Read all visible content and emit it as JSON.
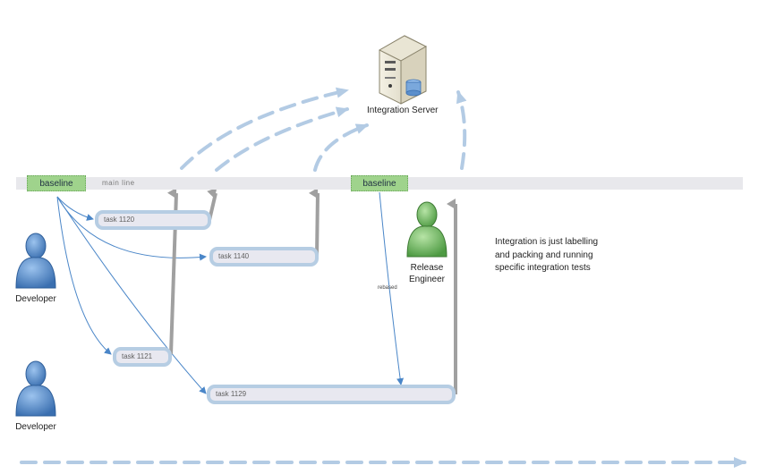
{
  "main_line": {
    "label": "main line"
  },
  "baselines": [
    {
      "label": "baseline"
    },
    {
      "label": "baseline"
    }
  ],
  "tasks": [
    {
      "label": "task 1120"
    },
    {
      "label": "task 1140"
    },
    {
      "label": "task 1121"
    },
    {
      "label": "task 1129"
    }
  ],
  "actors": {
    "developer_top": "Developer",
    "developer_bottom": "Developer",
    "release_engineer": "Release Engineer",
    "integration_server": "Integration Server"
  },
  "edge_label": "rebased",
  "note": "Integration is just labelling and packing and running specific integration tests",
  "colors": {
    "arrow_blue": "#4a86c8",
    "dashed_blue": "#b3cbe4",
    "gray_arrow": "#a0a0a0",
    "baseline_green": "#9fd38c",
    "developer_blue": "#4f86c6",
    "engineer_green": "#66b85a"
  },
  "icons": [
    "developer-icon",
    "developer-icon",
    "release-engineer-icon",
    "server-icon"
  ]
}
